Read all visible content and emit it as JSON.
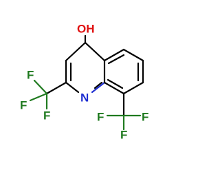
{
  "atoms": {
    "hydroxyl": {
      "text": "OH",
      "color": "#e01010"
    },
    "nitrogen": {
      "text": "N",
      "color": "#1f2fd1"
    },
    "f1": {
      "text": "F",
      "color": "#1f7a1f"
    },
    "f2": {
      "text": "F",
      "color": "#1f7a1f"
    },
    "f3": {
      "text": "F",
      "color": "#1f7a1f"
    },
    "f4": {
      "text": "F",
      "color": "#1f7a1f"
    },
    "f5": {
      "text": "F",
      "color": "#1f7a1f"
    },
    "f6": {
      "text": "F",
      "color": "#1f7a1f"
    }
  },
  "bond_color": "#000000"
}
